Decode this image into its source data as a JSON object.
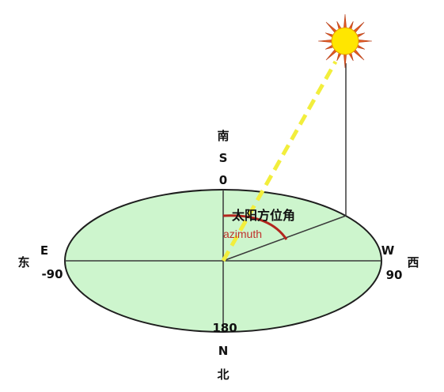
{
  "directions": {
    "south": {
      "cn": "南",
      "letter": "S",
      "degree": "0"
    },
    "north": {
      "cn": "北",
      "letter": "N",
      "degree": "180"
    },
    "east": {
      "cn": "东",
      "letter": "E",
      "degree": "-90"
    },
    "west": {
      "cn": "西",
      "letter": "W",
      "degree": "90"
    }
  },
  "azimuth_label_cn": "太阳方位角",
  "azimuth_label_en": "azimuth",
  "colors": {
    "ellipse_fill": "#cdf5cd",
    "ellipse_stroke": "#1e1e1e",
    "axis_line": "#3a3a3a",
    "sun_ray": "#f2ee3c",
    "azimuth_arc": "#b3261e",
    "sun_core": "#ffe600",
    "sun_rays_fill": "#e35b22"
  },
  "icons": {
    "sun": "sun-icon"
  }
}
